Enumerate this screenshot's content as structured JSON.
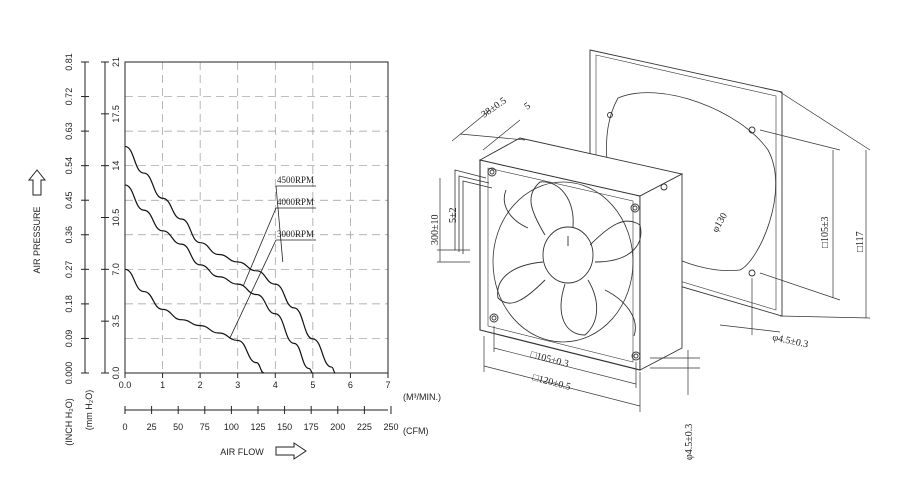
{
  "chart_data": {
    "type": "line",
    "x_axes": [
      {
        "unit": "(M³/MIN.)",
        "ticks": [
          "0.0",
          "1",
          "2",
          "3",
          "4",
          "5",
          "6",
          "7"
        ],
        "range": [
          0,
          7
        ]
      },
      {
        "unit": "(CFM)",
        "ticks": [
          "0",
          "25",
          "50",
          "75",
          "100",
          "125",
          "150",
          "175",
          "200",
          "225",
          "250"
        ],
        "range": [
          0,
          250
        ]
      }
    ],
    "y_axes": [
      {
        "unit": "(mm H2O)",
        "ticks": [
          "0.0",
          "3.5",
          "7.0",
          "10.5",
          "14",
          "17.5",
          "21"
        ],
        "range": [
          0,
          21
        ]
      },
      {
        "unit": "(INCH H2O)",
        "ticks": [
          "0.000",
          "0.09",
          "0.18",
          "0.27",
          "0.36",
          "0.45",
          "0.54",
          "0.63",
          "0.72",
          "0.81"
        ],
        "range": [
          0,
          0.81
        ]
      }
    ],
    "ylabel": "AIR PRESSURE",
    "xlabel": "AIR FLOW",
    "grid": true,
    "series": [
      {
        "name": "4500RPM",
        "x": [
          0.0,
          0.5,
          1.0,
          1.5,
          2.0,
          2.5,
          3.0,
          3.5,
          4.0,
          4.5,
          5.0,
          5.5,
          5.6
        ],
        "y": [
          15.3,
          13.5,
          11.8,
          10.4,
          8.8,
          8.0,
          7.5,
          6.9,
          6.0,
          4.4,
          2.3,
          0.4,
          0.0
        ]
      },
      {
        "name": "4000RPM",
        "x": [
          0.0,
          0.5,
          1.0,
          1.5,
          2.0,
          2.5,
          3.0,
          3.5,
          4.0,
          4.5,
          4.9,
          5.0
        ],
        "y": [
          12.7,
          11.0,
          9.6,
          8.7,
          7.3,
          6.5,
          6.0,
          5.3,
          4.0,
          2.0,
          0.3,
          0.0
        ]
      },
      {
        "name": "3000RPM",
        "x": [
          0.0,
          0.5,
          1.0,
          1.5,
          2.0,
          2.5,
          3.0,
          3.5,
          3.7
        ],
        "y": [
          7.0,
          5.5,
          4.3,
          3.6,
          3.2,
          2.7,
          2.2,
          0.7,
          0.0
        ]
      }
    ]
  },
  "labels": {
    "h2o_unit": "(INCH H₂O)",
    "mm_unit": "(mm H₂O)",
    "air_pressure": "AIR PRESSURE",
    "air_flow": "AIR FLOW",
    "m3_unit": "(M³/MIN.)",
    "cfm_unit": "(CFM)"
  },
  "dimensions": {
    "dim_38": "38±0.5",
    "dim_5_top": "5",
    "dim_300": "300±10",
    "dim_5_2": "5±2",
    "dim_105_side": "□105±3",
    "dim_117": "□117",
    "dim_130": "φ130",
    "dim_45_right": "φ4.5±0.3",
    "dim_105_bottom": "□105±0.3",
    "dim_120_bottom": "□120±0.5",
    "dim_45_bottom": "φ4.5±0.3"
  }
}
